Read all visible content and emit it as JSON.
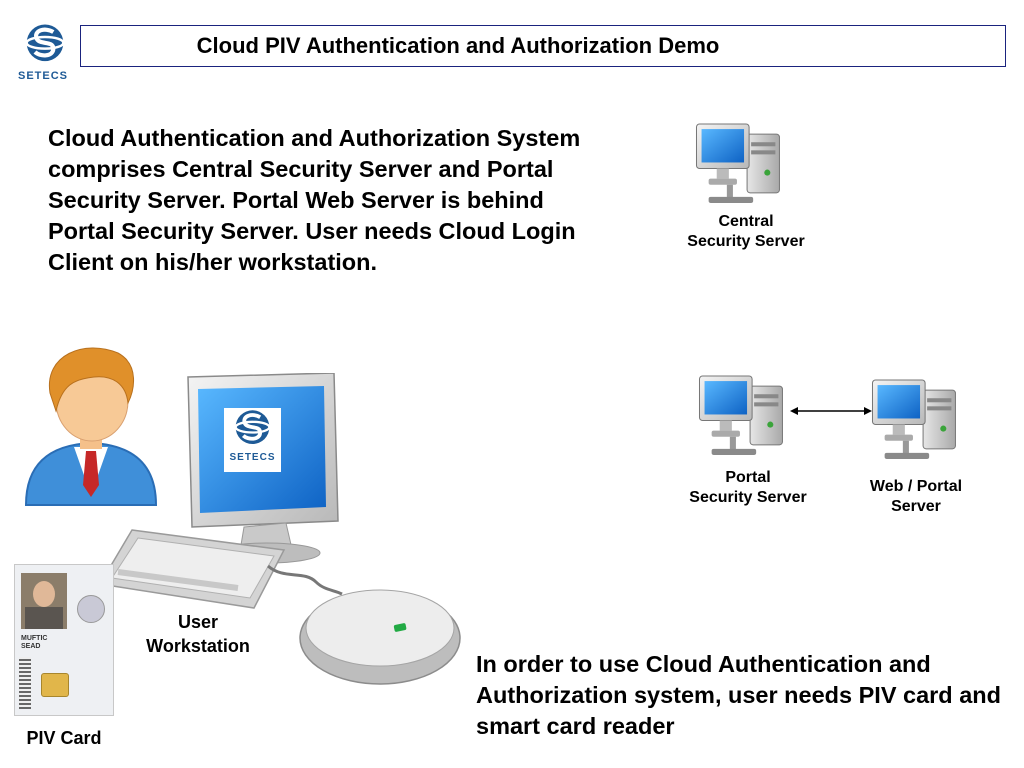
{
  "header": {
    "title": "Cloud PIV Authentication and Authorization Demo",
    "logo_text": "SETECS"
  },
  "intro_text": "Cloud Authentication and Authorization System comprises Central Security Server and Portal Security Server. Portal Web Server is behind Portal Security Server. User needs Cloud Login Client on his/her workstation.",
  "servers": {
    "central_label_1": "Central",
    "central_label_2": "Security Server",
    "portal_label_1": "Portal",
    "portal_label_2": "Security Server",
    "web_label_1": "Web / Portal",
    "web_label_2": "Server"
  },
  "workstation": {
    "label_1": "User",
    "label_2": "Workstation",
    "screen_logo_text": "SETECS"
  },
  "piv": {
    "label": "PIV Card",
    "card_name_1": "MUFTIC",
    "card_name_2": "SEAD"
  },
  "footer_text": "In order to use Cloud Authentication and Authorization system, user needs PIV card and smart card reader",
  "colors": {
    "title_border": "#1a237e",
    "brand_blue": "#1e5a96",
    "screen_blue": "#1f8de0",
    "user_suit": "#3f8fd9",
    "user_tie": "#c62828"
  }
}
